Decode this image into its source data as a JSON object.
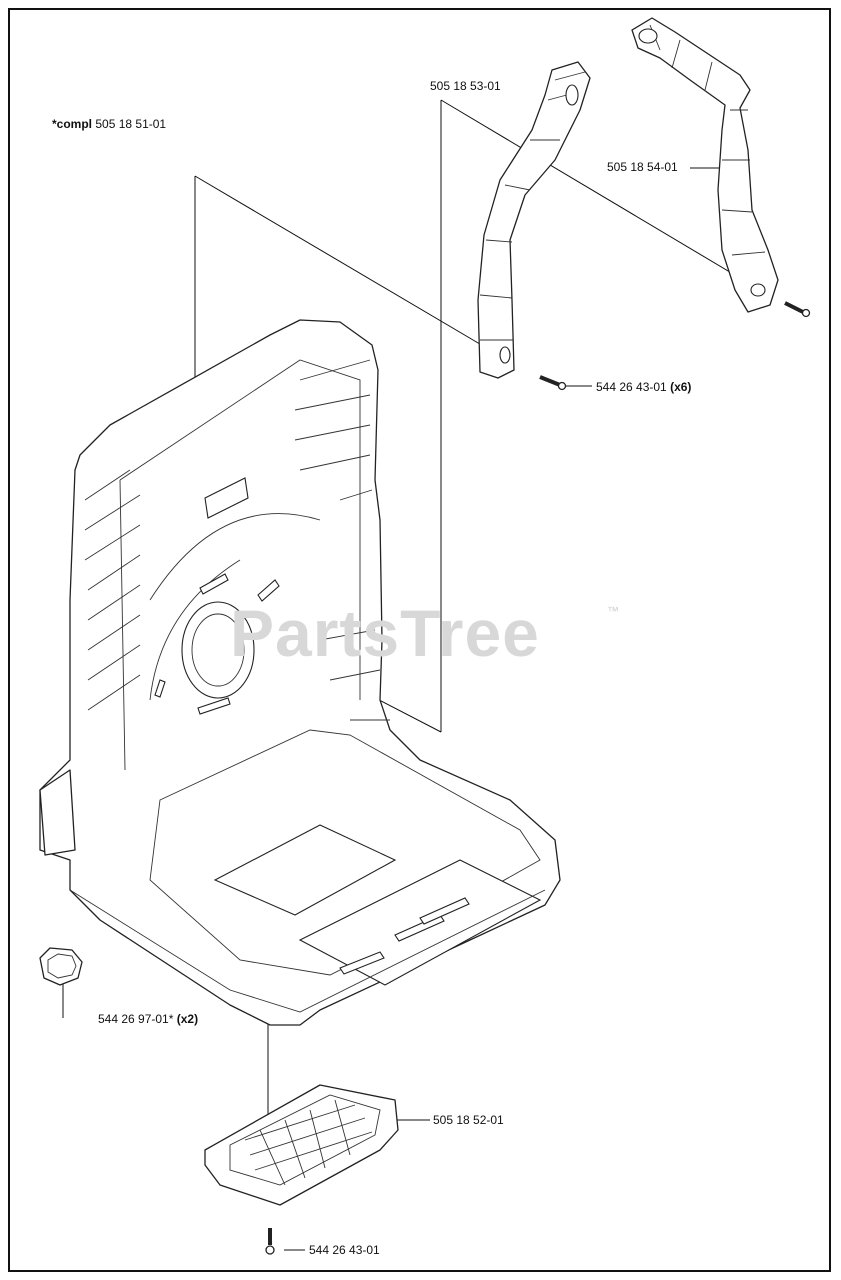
{
  "watermark": {
    "text": "PartsTree",
    "tm": "™"
  },
  "callouts": {
    "frame_complete": {
      "prefix": "*compl",
      "number": "505 18 51-01"
    },
    "right_handle": {
      "number": "505 18 53-01"
    },
    "left_handle": {
      "number": "505 18 54-01"
    },
    "handle_screw": {
      "number": "544 26 43-01",
      "qty": "(x6)"
    },
    "cushion": {
      "number": "544 26 97-01*",
      "qty": "(x2)"
    },
    "back_plate": {
      "number": "505 18 52-01"
    },
    "plate_screw": {
      "number": "544 26 43-01"
    }
  }
}
